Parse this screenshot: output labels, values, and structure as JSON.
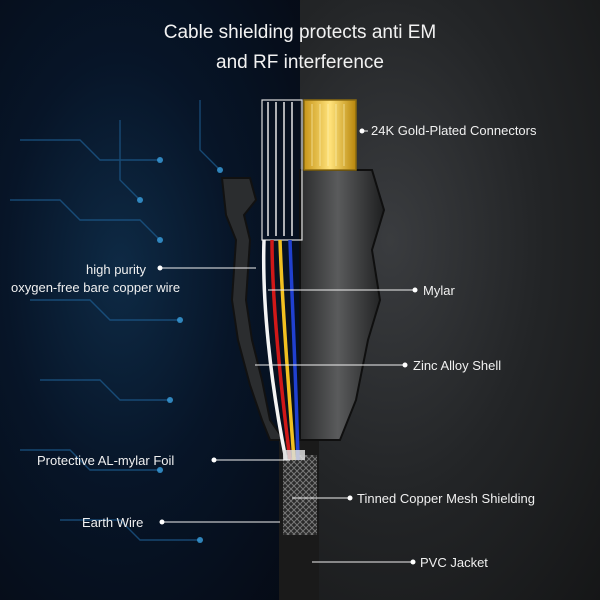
{
  "title": {
    "line1": "Cable shielding protects anti EM",
    "line2": "and RF interference"
  },
  "labels": {
    "gold": "24K Gold-Plated Connectors",
    "copper_line1": "high purity",
    "copper_line2": "oxygen-free bare copper wire",
    "mylar": "Mylar",
    "zinc": "Zinc Alloy Shell",
    "foil": "Protective AL-mylar Foil",
    "mesh": "Tinned Copper Mesh Shielding",
    "earth": "Earth Wire",
    "pvc": "PVC Jacket"
  },
  "colors": {
    "gold": "#e8b923",
    "wire_red": "#d01818",
    "wire_yellow": "#f0c020",
    "wire_blue": "#2040d0",
    "wire_white": "#f4f4f4"
  }
}
